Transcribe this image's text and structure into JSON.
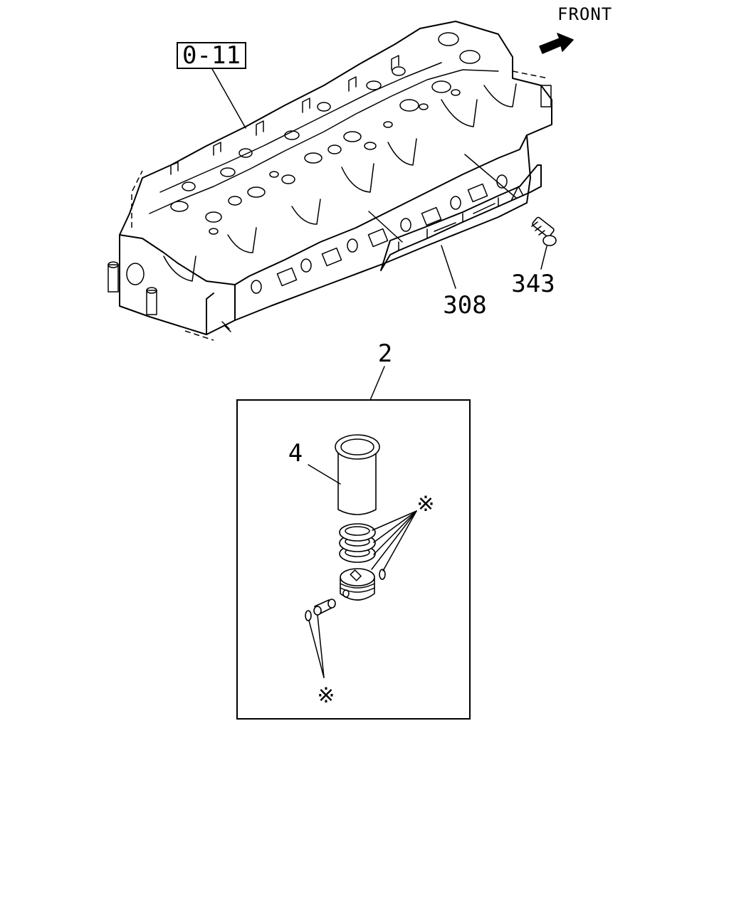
{
  "orientation": {
    "front_label": "FRONT",
    "arrow_icon": "front-arrow-icon"
  },
  "callouts": {
    "cylinder_block_ref": "0-11",
    "oil_jet": "308",
    "bolt": "343",
    "piston_kit": "2",
    "liner": "4",
    "ring_set_mark": "※",
    "pin_clip_mark": "※"
  },
  "colors": {
    "line": "#000000",
    "background": "#ffffff"
  }
}
